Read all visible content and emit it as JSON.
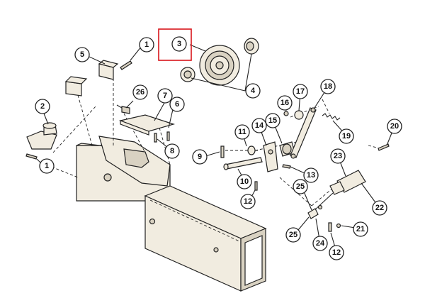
{
  "diagram": {
    "highlighted_callout": "3",
    "highlight_color": "#d8151b",
    "line_color": "#222222",
    "part_fill": "#f1ece0",
    "callouts": {
      "c1a": "1",
      "c1b": "1",
      "c2": "2",
      "c3": "3",
      "c4": "4",
      "c5": "5",
      "c6": "6",
      "c7": "7",
      "c8": "8",
      "c9": "9",
      "c10": "10",
      "c11": "11",
      "c12a": "12",
      "c12b": "12",
      "c13": "13",
      "c14": "14",
      "c15": "15",
      "c16": "16",
      "c17": "17",
      "c18": "18",
      "c19": "19",
      "c20": "20",
      "c21": "21",
      "c22": "22",
      "c23": "23",
      "c24": "24",
      "c25a": "25",
      "c25b": "25",
      "c26": "26"
    }
  }
}
